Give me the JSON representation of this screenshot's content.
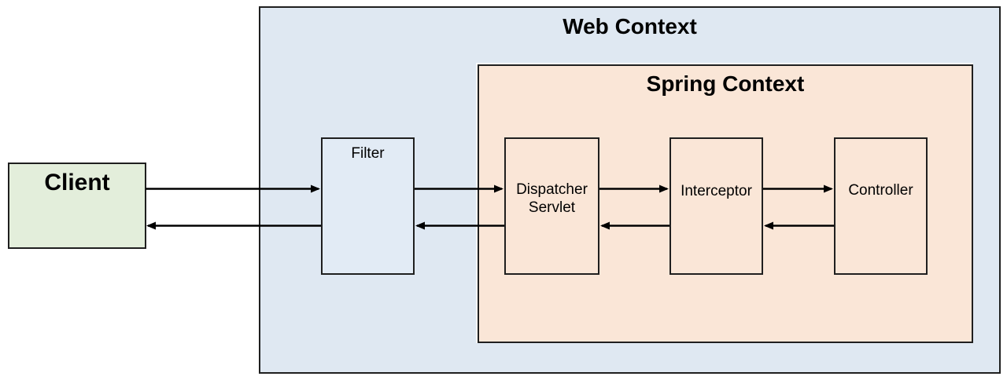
{
  "diagram": {
    "type": "flow-diagram",
    "nodes": {
      "client": {
        "label": "Client"
      },
      "web_context": {
        "label": "Web Context"
      },
      "spring_context": {
        "label": "Spring Context"
      },
      "filter": {
        "label": "Filter"
      },
      "dispatcher_servlet": {
        "label": "Dispatcher Servlet"
      },
      "interceptor": {
        "label": "Interceptor"
      },
      "controller": {
        "label": "Controller"
      }
    },
    "containment": {
      "web_context": [
        "filter",
        "spring_context"
      ],
      "spring_context": [
        "dispatcher_servlet",
        "interceptor",
        "controller"
      ]
    },
    "edges": [
      {
        "from": "client",
        "to": "filter",
        "type": "request"
      },
      {
        "from": "filter",
        "to": "dispatcher_servlet",
        "type": "request"
      },
      {
        "from": "dispatcher_servlet",
        "to": "interceptor",
        "type": "request"
      },
      {
        "from": "interceptor",
        "to": "controller",
        "type": "request"
      },
      {
        "from": "controller",
        "to": "interceptor",
        "type": "response"
      },
      {
        "from": "interceptor",
        "to": "dispatcher_servlet",
        "type": "response"
      },
      {
        "from": "dispatcher_servlet",
        "to": "filter",
        "type": "response"
      },
      {
        "from": "filter",
        "to": "client",
        "type": "response"
      }
    ],
    "colors": {
      "client_fill": "#e3eedb",
      "web_context_fill": "#dfe8f2",
      "spring_context_fill": "#fae6d7",
      "filter_fill": "#e2ebf5",
      "box_border": "#1f1f1f",
      "arrow": "#000000",
      "text": "#000000",
      "page_background": "#ffffff"
    }
  }
}
